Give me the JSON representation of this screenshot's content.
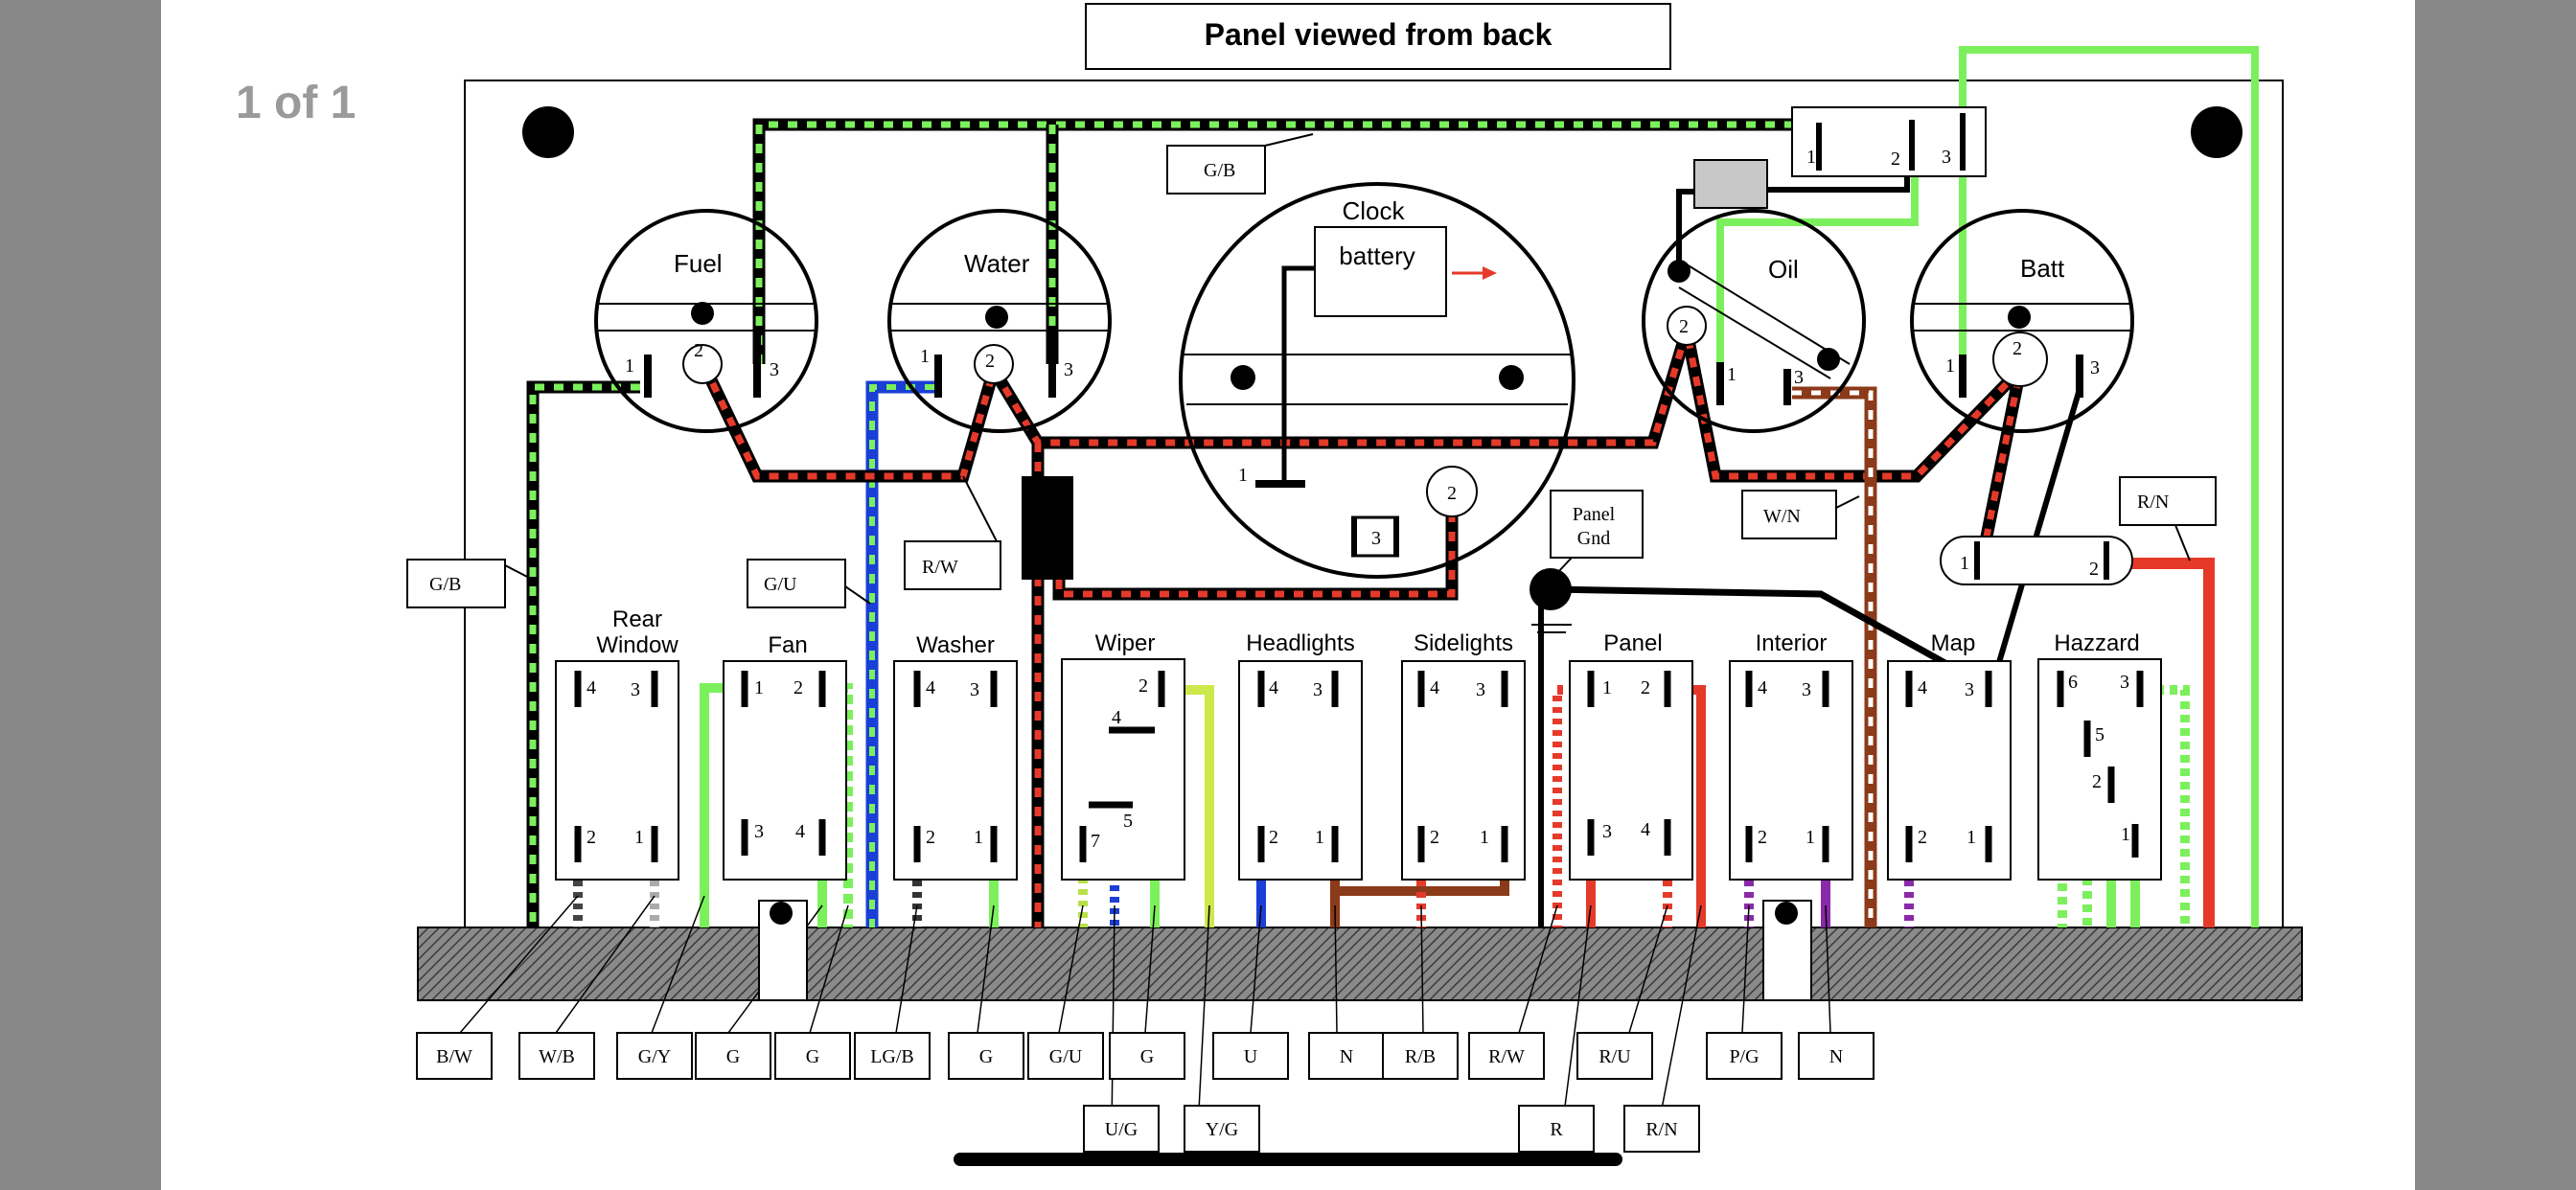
{
  "viewer": {
    "page_indicator": "1 of 1"
  },
  "diagram": {
    "title": "Panel viewed from back",
    "gauges": {
      "fuel": "Fuel",
      "water": "Water",
      "clock": "Clock",
      "clock_battery": "battery",
      "oil": "Oil",
      "batt": "Batt"
    },
    "panel_ground": [
      "Panel",
      "Gnd"
    ],
    "switches": {
      "rear_window": [
        "Rear",
        "Window"
      ],
      "fan": "Fan",
      "washer": "Washer",
      "wiper": "Wiper",
      "headlights": "Headlights",
      "sidelights": "Sidelights",
      "panel": "Panel",
      "interior": "Interior",
      "map": "Map",
      "hazzard": "Hazzard"
    },
    "side_labels": {
      "gb_top": "G/B",
      "gb_left": "G/B",
      "gu_left": "G/U",
      "rw_mid": "R/W",
      "wn_right": "W/N",
      "rn_right": "R/N"
    },
    "pins": {
      "fuel": [
        "1",
        "2",
        "3"
      ],
      "water": [
        "1",
        "2",
        "3"
      ],
      "oil": [
        "2",
        "1",
        "3"
      ],
      "batt": [
        "1",
        "2",
        "3"
      ],
      "clock": [
        "1",
        "2",
        "3"
      ],
      "relay": [
        "1",
        "2",
        "3"
      ],
      "batt_link": [
        "1",
        "2"
      ],
      "rear_window": [
        "4",
        "3",
        "2",
        "1"
      ],
      "fan": [
        "1",
        "2",
        "3",
        "4"
      ],
      "washer": [
        "4",
        "3",
        "2",
        "1"
      ],
      "wiper": [
        "2",
        "4",
        "5",
        "7"
      ],
      "headlights": [
        "4",
        "3",
        "2",
        "1"
      ],
      "sidelights": [
        "4",
        "3",
        "2",
        "1"
      ],
      "panel": [
        "1",
        "2",
        "3",
        "4"
      ],
      "interior": [
        "4",
        "3",
        "2",
        "1"
      ],
      "map": [
        "4",
        "3",
        "2",
        "1"
      ],
      "hazzard": [
        "6",
        "3",
        "5",
        "2",
        "1"
      ]
    },
    "bottom_labels_row1": [
      "B/W",
      "W/B",
      "G/Y",
      "G",
      "G",
      "LG/B",
      "G",
      "G/U",
      "G",
      "U",
      "N",
      "R/B",
      "R/W",
      "R/U",
      "P/G",
      "N"
    ],
    "bottom_labels_row2": [
      "U/G",
      "Y/G",
      "R",
      "R/N"
    ]
  },
  "colors": {
    "background": "#888888",
    "page": "#ffffff",
    "wire_green": "#7cf05c",
    "wire_red": "#e53a2a",
    "wire_blue": "#1a3fd6",
    "wire_brown": "#8b3a1a",
    "wire_purple": "#8a2aa8",
    "wire_yellow_green": "#cde84a",
    "harness": "#7a7a7a"
  }
}
